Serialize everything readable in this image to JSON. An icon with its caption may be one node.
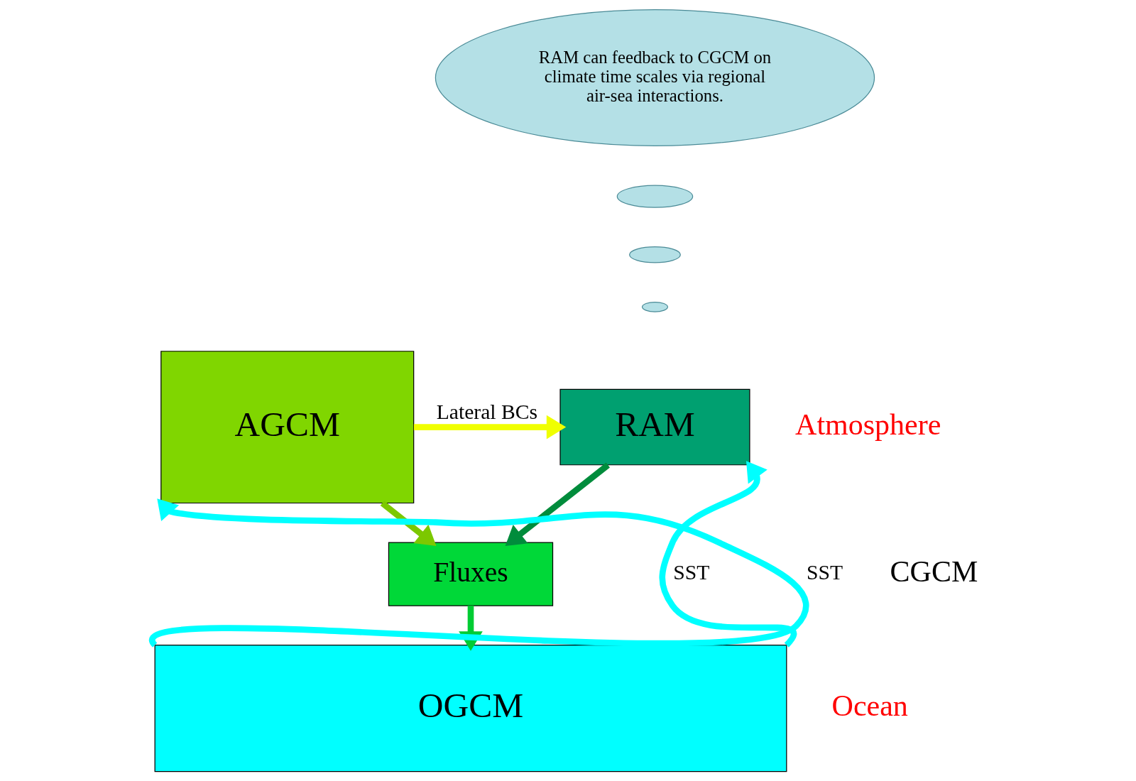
{
  "diagram": {
    "nodes": [
      {
        "text": [
          "RAM can feedback to CGCM on climate time scales via regional air-sea interactions."
        ]
      },
      {
        "text": [],
        "shape": "ellipse"
      },
      {
        "text": [],
        "shape": "ellipse"
      },
      {
        "text": [],
        "shape": "ellipse"
      },
      {
        "text": [
          "AGCM"
        ]
      },
      {
        "text": [
          "RAM"
        ]
      },
      {
        "text": [
          "Fluxes"
        ]
      },
      {
        "text": [
          "OGCM"
        ]
      }
    ],
    "edges": [
      {
        "from": 4,
        "to": 5,
        "arrow": "to",
        "label": "Lateral BCs",
        "color": "#f0ff00"
      },
      {
        "from": 7,
        "to": 4,
        "arrow": "to",
        "label": "SST",
        "color": "#00ffff"
      },
      {
        "from": 7,
        "to": 5,
        "arrow": "to",
        "label": "SST",
        "color": "#00ffff"
      },
      {
        "from": 4,
        "to": 6,
        "arrow": "to",
        "color": "#7cc800"
      },
      {
        "from": 5,
        "to": 6,
        "arrow": "to",
        "color": "#008c3c"
      },
      {
        "from": 6,
        "to": 7,
        "arrow": "to",
        "color": "#00cc33"
      }
    ],
    "labels": [
      "CGCM",
      "Atmosphere",
      "Ocean"
    ]
  }
}
